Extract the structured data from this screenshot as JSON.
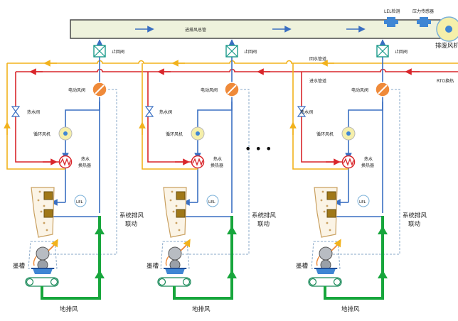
{
  "header": {
    "duct_label": "进排风总管",
    "exhaust_fan_label": "排废风机",
    "lel_detect_label": "LEL检测",
    "pressure_sensor_label": "压力传感器"
  },
  "pipes": {
    "return_water_label": "回水管道",
    "supply_water_label": "进水管道",
    "rto_label": "RTO换热"
  },
  "ellipsis": "• • •",
  "units": [
    {
      "check_valve_label": "止回阀",
      "motor_damper_label": "电动风阀",
      "hot_water_valve_label": "热水阀",
      "circ_fan_label": "循环风机",
      "heat_exchanger_label_1": "热水",
      "heat_exchanger_label_2": "换热器",
      "lel_badge": "LEL",
      "linkage_label_1": "系统排风",
      "linkage_label_2": "联动",
      "ink_tank_label": "墨槽",
      "floor_exhaust_label": "地排风"
    },
    {
      "check_valve_label": "止回阀",
      "motor_damper_label": "电动风阀",
      "hot_water_valve_label": "热水阀",
      "circ_fan_label": "循环风机",
      "heat_exchanger_label_1": "热水",
      "heat_exchanger_label_2": "换热器",
      "lel_badge": "LEL",
      "linkage_label_1": "系统排风",
      "linkage_label_2": "联动",
      "ink_tank_label": "墨槽",
      "floor_exhaust_label": "地排风"
    },
    {
      "check_valve_label": "止回阀",
      "motor_damper_label": "电动风阀",
      "hot_water_valve_label": "热水阀",
      "circ_fan_label": "循环风机",
      "heat_exchanger_label_1": "热水",
      "heat_exchanger_label_2": "换热器",
      "lel_badge": "LEL",
      "linkage_label_1": "系统排风",
      "linkage_label_2": "联动",
      "ink_tank_label": "墨槽",
      "floor_exhaust_label": "地排风"
    }
  ],
  "colors": {
    "duct_fill": "#eef2dc",
    "supply_water": "#d9262b",
    "return_water": "#f2b21c",
    "air_line": "#3a6fc2",
    "floor_exhaust": "#17a63c",
    "damper": "#ef8a3a",
    "check_valve": "#1a9a8a",
    "instrument_blue": "#3f86d4",
    "fan_yellow": "#f5efaa"
  }
}
